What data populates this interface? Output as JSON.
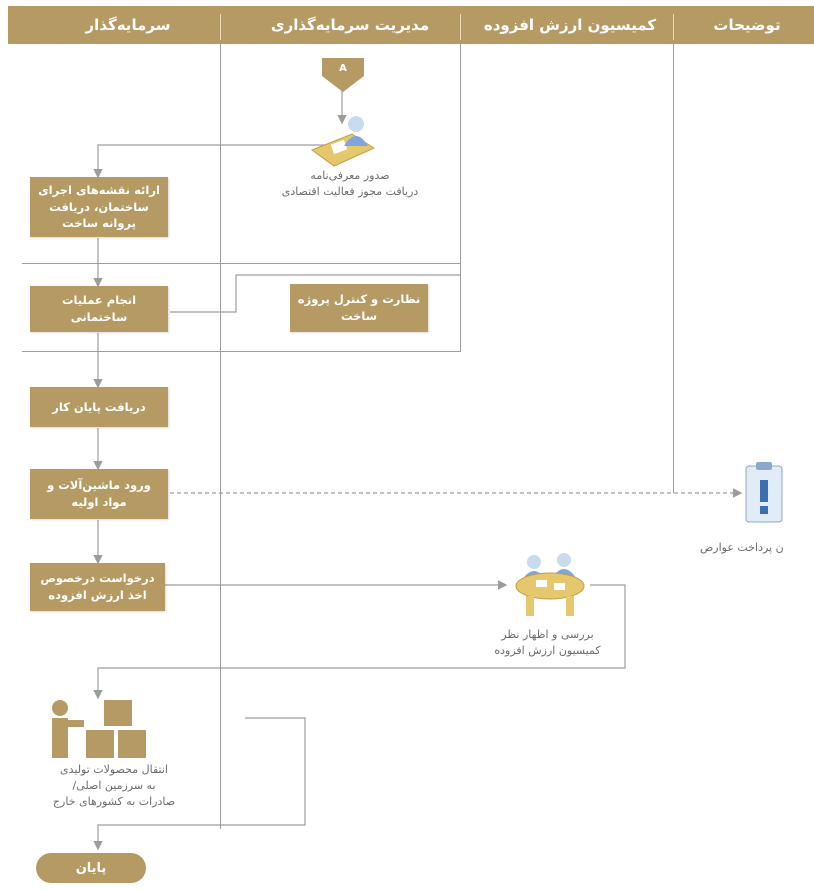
{
  "lanes": {
    "investor": "سرمایه‌گذار",
    "investment_management": "مدیریت سرمایه‌گذاری",
    "value_added_commission": "کمیسیون ارزش افزوده",
    "notes": "توضیحات"
  },
  "connector_label": "A",
  "steps": {
    "permit_issue": "صدور معرفی‌نامه\nدریافت مجوز فعالیت اقتصادی",
    "building_plans": "ارائه نقشه‌های اجرای\nساختمان، دریافت\nپروانه ساخت",
    "construction_ops": "انجام عملیات\nساختمانی",
    "project_supervision": "نظارت و کنترل پروژه\nساخت",
    "completion_cert": "دریافت پایان کار",
    "machinery_import": "ورود ماشین‌آلات و\nمواد اولیه",
    "vat_request": "درخواست درخصوص\nاخذ ارزش افزوده",
    "commission_review": "بررسی و اظهار نظر\nکمیسیون ارزش افزوده",
    "product_transfer": "انتقال محصولات تولیدی\nبه سرزمین اصلی/\nصادرات به کشورهای خارج",
    "fee_note": "ن پرداخت عوارض",
    "end": "پایان"
  },
  "colors": {
    "accent": "#b69a63",
    "line": "#9d9d9d",
    "text": "#6b6b6b"
  }
}
